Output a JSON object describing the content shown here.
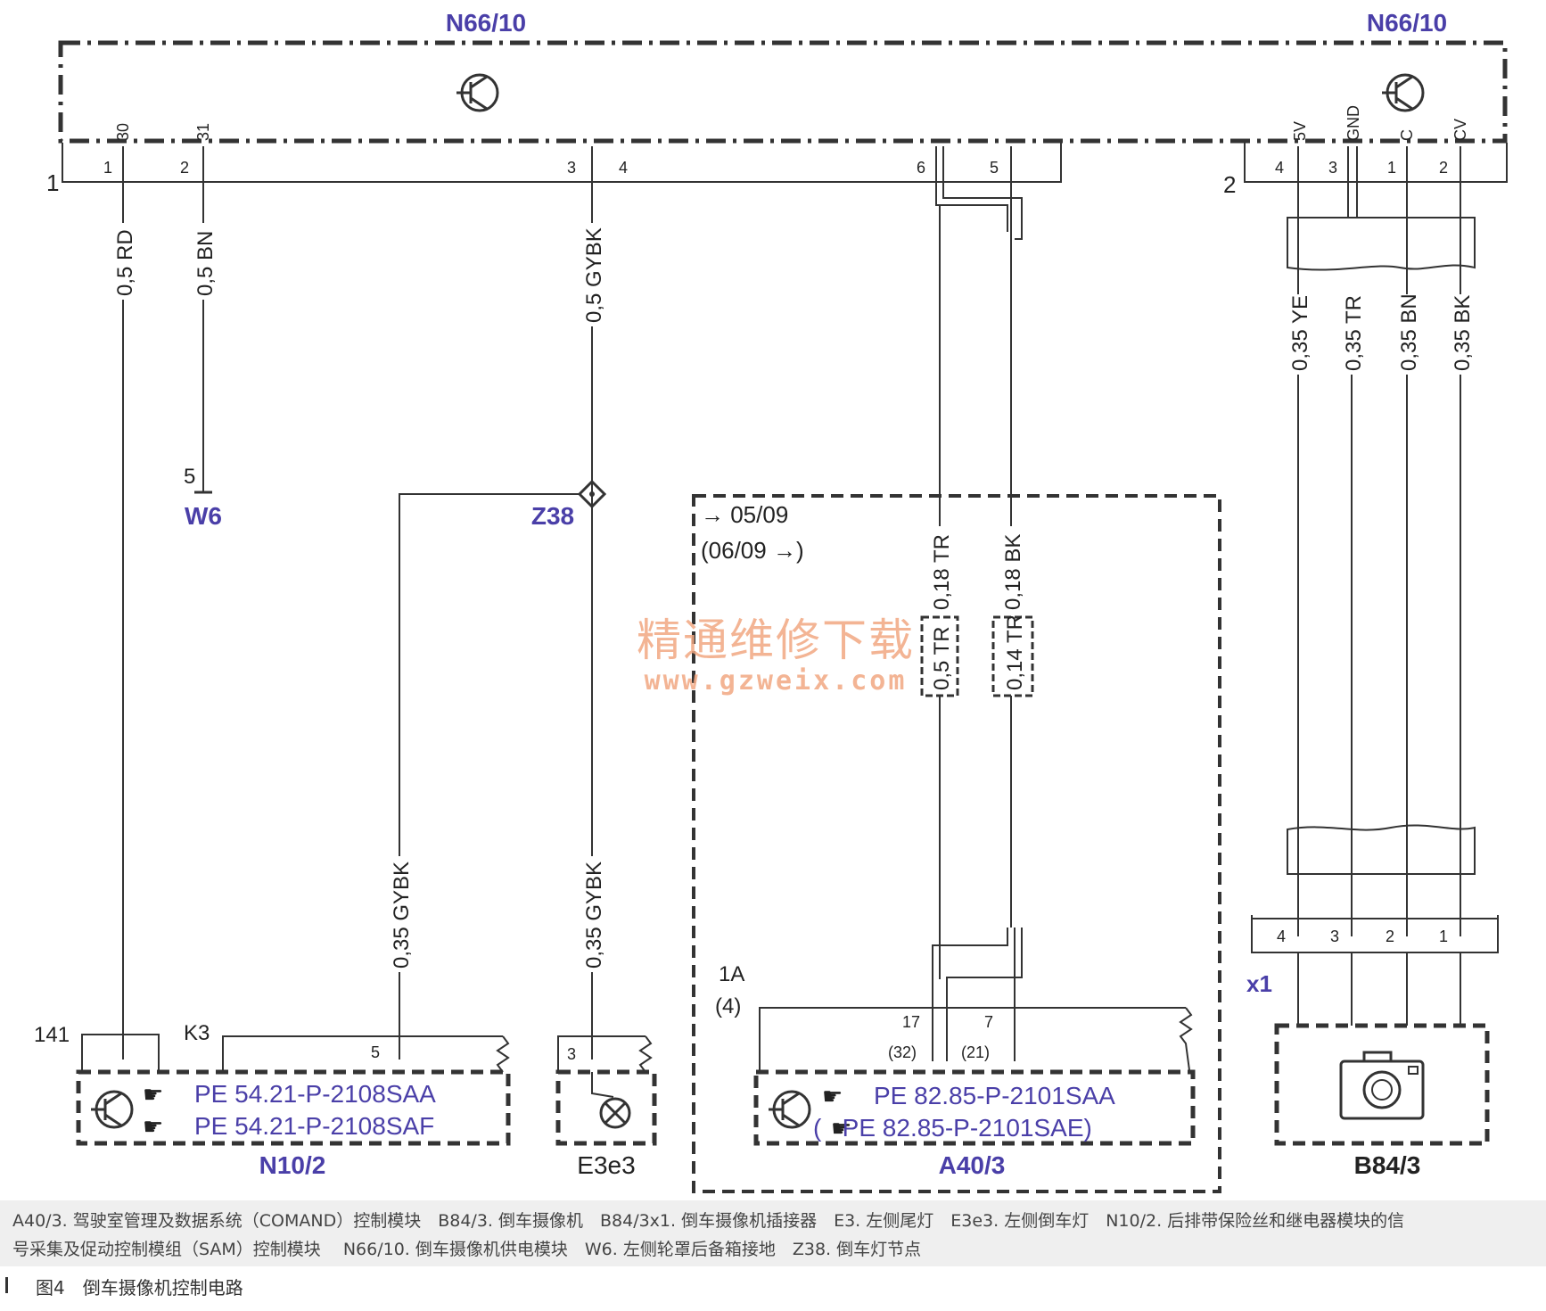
{
  "modules": {
    "n66_left": "N66/10",
    "n66_right": "N66/10",
    "w6": "W6",
    "z38": "Z38",
    "n10": "N10/2",
    "e3e3": "E3e3",
    "a40": "A40/3",
    "b84": "B84/3",
    "x1": "x1"
  },
  "connector_numbers": {
    "left": "1",
    "right": "2"
  },
  "n66_pins_left": [
    "30",
    "31"
  ],
  "n66_pins_right": [
    "5V",
    "GND",
    "C",
    "CV"
  ],
  "pin_numbers_left": [
    "1",
    "2",
    "3",
    "4",
    "6",
    "5"
  ],
  "pin_numbers_right": [
    "4",
    "3",
    "1",
    "2"
  ],
  "wires": {
    "rd": "0,5 RD",
    "bn": "0,5 BN",
    "gybk_top": "0,5 GYBK",
    "ye": "0,35 YE",
    "tr": "0,35 TR",
    "bn_small": "0,35 BN",
    "bk": "0,35 BK",
    "tr018": "0,18 TR",
    "bk018": "0,18 BK",
    "tr05": "0,5 TR",
    "tr014": "0,14 TR",
    "gybk_n10": "0,35 GYBK",
    "gybk_e3": "0,35 GYBK"
  },
  "w6_pin": "5",
  "date_from": "→ 05/09",
  "date_to": "(06/09 →)",
  "a40_conn": "1A",
  "a40_conn_alt": "(4)",
  "a40_pins": [
    "17",
    "7"
  ],
  "a40_pins_alt": [
    "(32)",
    "(21)"
  ],
  "n10_conn": "141",
  "n10_k3": "K3",
  "n10_pin": "5",
  "e3_pin": "3",
  "x1_pins": [
    "4",
    "3",
    "2",
    "1"
  ],
  "refs": {
    "n10_a": "PE 54.21-P-2108SAA",
    "n10_b": "PE 54.21-P-2108SAF",
    "a40_a": "PE 82.85-P-2101SAA",
    "a40_b": "(   PE 82.85-P-2101SAE)"
  },
  "watermark": {
    "cn": "精通维修下载",
    "url": "www.gzweix.com"
  },
  "caption": {
    "line1": "A40/3. 驾驶室管理及数据系统（COMAND）控制模块　B84/3. 倒车摄像机　B84/3x1. 倒车摄像机插接器　E3. 左侧尾灯　E3e3. 左侧倒车灯　N10/2. 后排带保险丝和继电器模块的信",
    "line2": "号采集及促动控制模组（SAM）控制模块　 N66/10. 倒车摄像机供电模块　W6. 左侧轮罩后备箱接地　Z38. 倒车灯节点"
  },
  "figure_title": "图4　倒车摄像机控制电路",
  "colors": {
    "label_blue": "#4a3fa8",
    "watermark": "#f1a882"
  }
}
